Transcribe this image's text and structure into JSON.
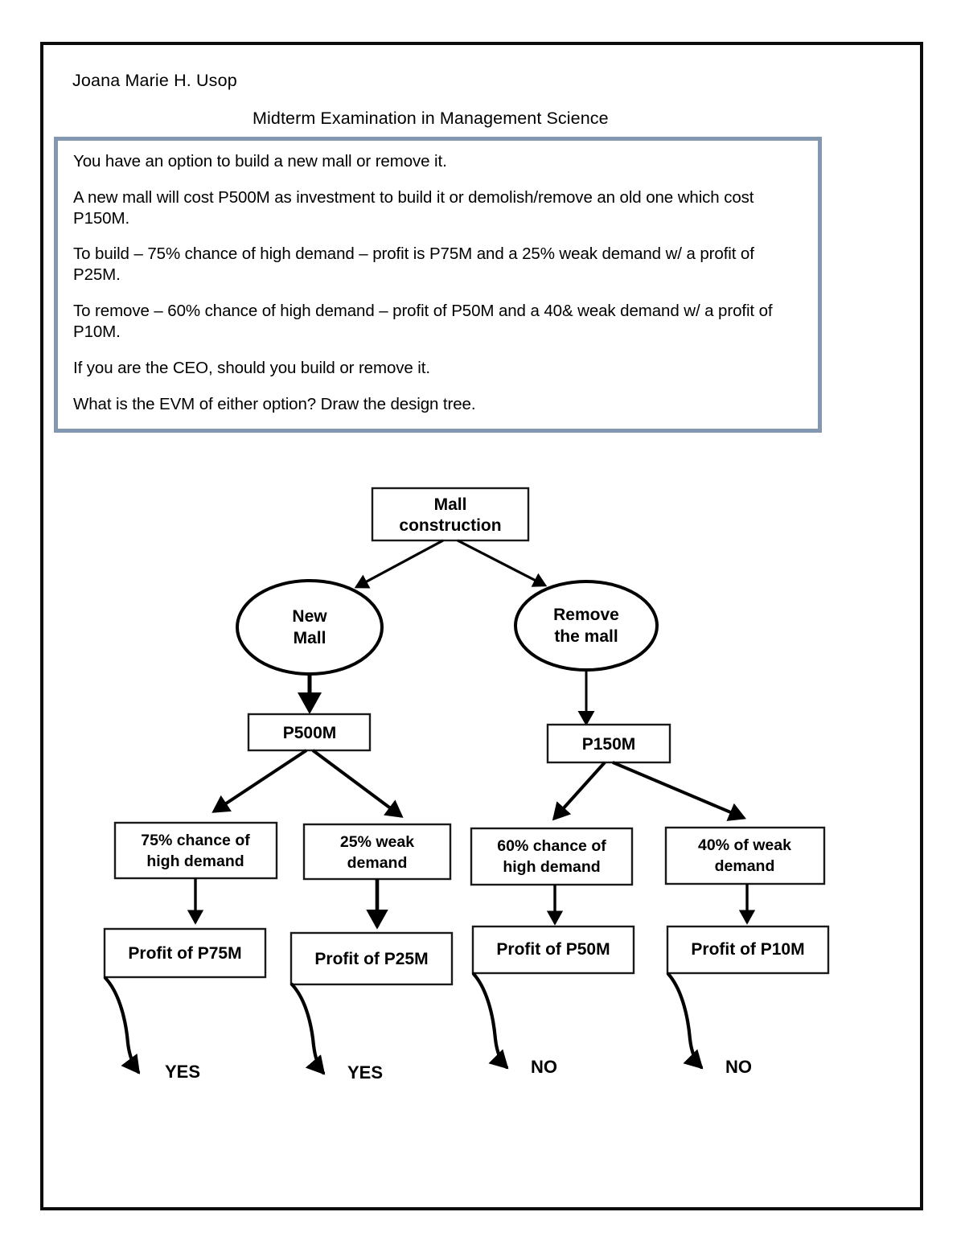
{
  "page": {
    "author": "Joana Marie H. Usop",
    "title": "Midterm Examination in Management Science",
    "border_color": "#0b0b0b"
  },
  "prompt_box": {
    "border_color": "#8497B0",
    "paragraphs": [
      "You have an option to build a new mall or remove it.",
      "A new mall will cost P500M as investment to build it or demolish/remove an old one which cost P150M.",
      "To build – 75% chance of high demand – profit is P75M and a 25% weak demand w/ a profit of P25M.",
      "To remove – 60% chance of high demand – profit of P50M and a 40& weak demand w/ a profit of P10M.",
      "If you are the CEO, should you build or remove it.",
      "What is the EVM of either option? Draw the design tree."
    ]
  },
  "diagram": {
    "type": "decision-tree",
    "root": {
      "label_line1": "Mall",
      "label_line2": "construction"
    },
    "branches": [
      {
        "option": {
          "label_line1": "New",
          "label_line2": "Mall"
        },
        "cost": "P500M",
        "outcomes": [
          {
            "demand_line1": "75% chance of",
            "demand_line2": "high demand",
            "profit": "Profit of P75M",
            "decision": "YES"
          },
          {
            "demand_line1": "25% weak",
            "demand_line2": "demand",
            "profit": "Profit of P25M",
            "decision": "YES"
          }
        ]
      },
      {
        "option": {
          "label_line1": "Remove",
          "label_line2": "the mall"
        },
        "cost": "P150M",
        "outcomes": [
          {
            "demand_line1": "60% chance of",
            "demand_line2": "high demand",
            "profit": "Profit of P50M",
            "decision": "NO"
          },
          {
            "demand_line1": "40% of weak",
            "demand_line2": "demand",
            "profit": "Profit of P10M",
            "decision": "NO"
          }
        ]
      }
    ]
  }
}
